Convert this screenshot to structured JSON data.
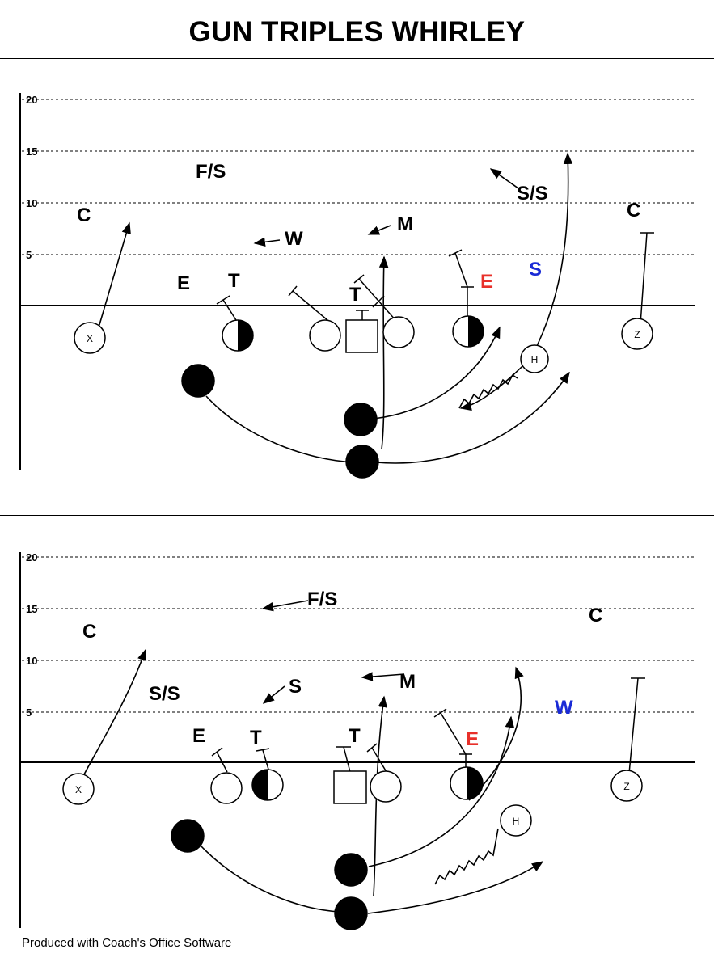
{
  "title": "GUN TRIPLES WHIRLEY",
  "footer": "Produced with Coach's Office Software",
  "colors": {
    "ink": "#000000",
    "highlight_red": "#e8302a",
    "highlight_blue": "#1a2bd6"
  },
  "yard_labels": [
    "20",
    "15",
    "10",
    "5"
  ],
  "plays": [
    {
      "defenders": [
        "C",
        "F/S",
        "S/S",
        "C",
        "W",
        "M",
        "E",
        "T",
        "T",
        "E",
        "S"
      ],
      "offense_labels": [
        "X",
        "H",
        "Z"
      ]
    },
    {
      "defenders": [
        "F/S",
        "C",
        "C",
        "M",
        "S/S",
        "S",
        "W",
        "E",
        "T",
        "T",
        "E"
      ],
      "offense_labels": [
        "X",
        "H",
        "Z"
      ]
    }
  ]
}
